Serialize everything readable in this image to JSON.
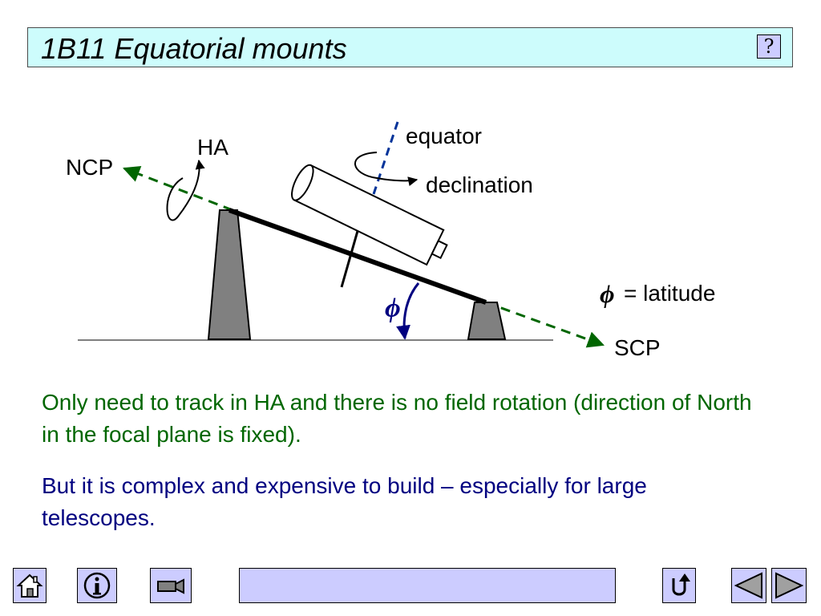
{
  "header": {
    "title": "1B11 Equatorial mounts",
    "help_label": "?"
  },
  "diagram": {
    "labels": {
      "ncp": "NCP",
      "ha": "HA",
      "equator": "equator",
      "declination": "declination",
      "phi_symbol": "ϕ",
      "latitude": "= latitude",
      "scp": "SCP"
    },
    "colors": {
      "axis": "#006600",
      "equator_axis": "#003399",
      "angle_arrow": "#000080",
      "pier": "#808080"
    }
  },
  "body": {
    "paragraph_1": "Only need to track in HA and there is no field rotation (direction of North in the focal plane is fixed).",
    "paragraph_2": "But it is complex and expensive to build – especially for large telescopes."
  },
  "nav": {
    "icons": [
      "home-icon",
      "info-icon",
      "camera-icon",
      "return-icon",
      "prev-arrow-icon",
      "next-arrow-icon"
    ]
  }
}
